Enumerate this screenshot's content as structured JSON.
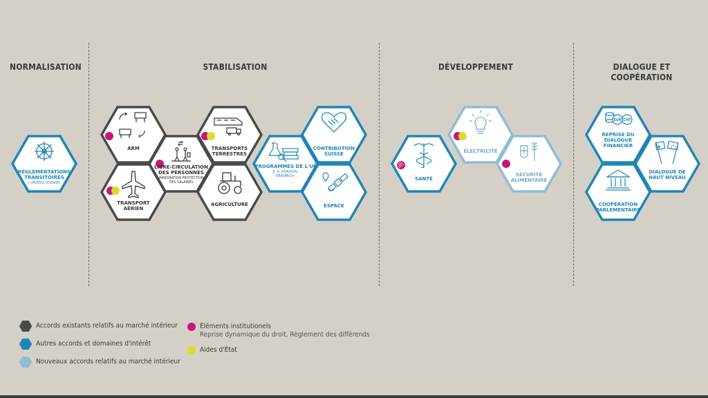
{
  "sections": {
    "normalisation": "NORMALISATION",
    "stabilisation": "STABILISATION",
    "developpement": "DÉVELOPPEMENT",
    "dialogue_l1": "DIALOGUE ET",
    "dialogue_l2": "COOPÉRATION"
  },
  "hexagons": {
    "reglementations": {
      "l1": "RÉGLEMENTATIONS",
      "l2": "TRANSITOIRES",
      "sub": "(→MODUS VIVENDI)"
    },
    "arm": {
      "l1": "ARM"
    },
    "transport_aerien": {
      "l1": "TRANSPORT",
      "l2": "AÉRIEN"
    },
    "libre_circulation": {
      "l1": "LIBRE-CIRCULATION",
      "l2": "DES PERSONNES",
      "sub1": "IMMIGRATION PROTECTION",
      "sub2": "DES SALAIRES"
    },
    "transports_terrestres": {
      "l1": "TRANSPORTS",
      "l2": "TERRESTRES"
    },
    "agriculture": {
      "l1": "AGRICULTURE"
    },
    "programmes_ue": {
      "l1": "PROGRAMMES DE L'UE",
      "sub1": "E. A. HORIZON,",
      "sub2": "ERASMUS+"
    },
    "contribution_suisse": {
      "l1": "CONTRIBUTION",
      "l2": "SUISSE"
    },
    "espace": {
      "l1": "ESPACE"
    },
    "sante": {
      "l1": "SANTÉ"
    },
    "electricite": {
      "l1": "ÉLECTRICITÉ"
    },
    "securite_alimentaire": {
      "l1": "SÉCURITÉ",
      "l2": "ALIMENTAIRE"
    },
    "reprise_dialogue": {
      "l1": "REPRISE DU",
      "l2": "DIALOGUE",
      "l3": "FINANCIER",
      "eur": "EUR",
      "chf": "CHF"
    },
    "dialogue_haut_niveau": {
      "l1": "DIALOGUE DE",
      "l2": "HAUT NIVEAU"
    },
    "cooperation_parlementaire": {
      "l1": "COOPÉRATION",
      "l2": "PARLEMENTAIRE"
    }
  },
  "legend": {
    "existing": "Accords existants relatifs au marché intérieur",
    "other": "Autres accords et domaines d'intérêt",
    "new": "Nouveaux accords relatifs au marché intérieur",
    "institutional": "Éléments institutionels",
    "institutional_sub": "Reprise dynamique du droit, Règlement des différends",
    "state_aid": "Aides d'État"
  },
  "colors": {
    "background": "#d4d0c8",
    "existing": "#4a4a4a",
    "other": "#1e86b6",
    "new": "#8fbcd6",
    "institutional": "#c8157a",
    "state_aid": "#d9dd2a",
    "text_existing": "#333333",
    "text_other": "#1e86b6",
    "text_new": "#6fa8c8"
  },
  "icons": {
    "reglementations": "ship-wheel-icon",
    "arm": "arrows-cart-icon",
    "transport_aerien": "airplane-icon",
    "libre_circulation": "people-walking-icon",
    "transports_terrestres": "train-truck-icon",
    "agriculture": "tractor-icon",
    "programmes_ue": "lab-books-icon",
    "contribution_suisse": "handshake-icon",
    "espace": "satellite-icon",
    "sante": "caduceus-icon",
    "electricite": "lightbulb-icon",
    "securite_alimentaire": "wheat-shield-icon",
    "reprise_dialogue": "coins-icon",
    "dialogue_haut_niveau": "flags-icon",
    "cooperation_parlementaire": "parliament-icon"
  }
}
